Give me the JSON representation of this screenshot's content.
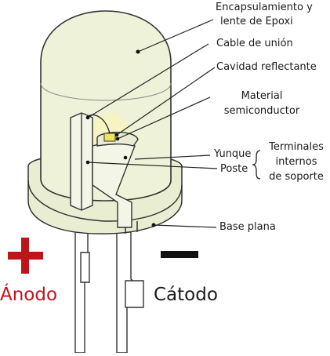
{
  "labels": {
    "encapsulamiento": "Encapsulamiento y",
    "lente": "lente de Epoxi",
    "cable": "Cable de unión",
    "cavidad": "Cavidad reflectante",
    "material": "Material",
    "semiconductor": "semiconductor",
    "yunque": "Yunque",
    "poste": "Poste",
    "terminales": "Terminales",
    "internos": "internos",
    "soporte": "de soporte",
    "base": "Base plana",
    "anodo": "Ánodo",
    "catodo": "Cátodo"
  },
  "colors": {
    "epoxy_fill": "#eef2d8",
    "epoxy_shade": "#e2e8c4",
    "leader": "#222222",
    "anode_red": "#c0141b",
    "cathode_black": "#111111",
    "chip": "#f2e35a"
  }
}
